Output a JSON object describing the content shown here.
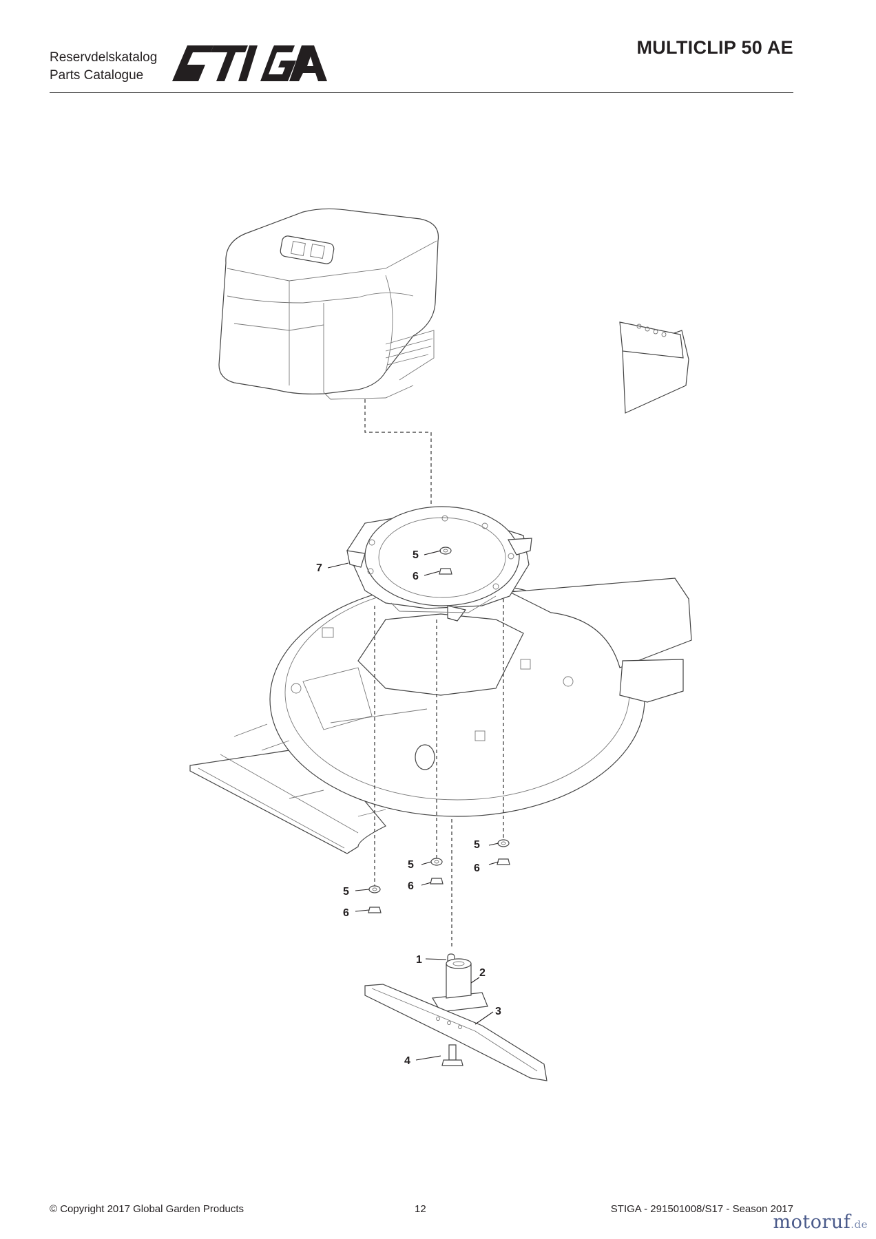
{
  "header": {
    "subtitle_1": "Reservdelskatalog",
    "subtitle_2": "Parts Catalogue",
    "brand_logo": "STIGA",
    "model": "MULTICLIP 50 AE"
  },
  "callouts": {
    "c1": "1",
    "c2": "2",
    "c3": "3",
    "c4": "4",
    "c5a": "5",
    "c5b": "5",
    "c5c": "5",
    "c5d": "5",
    "c6a": "6",
    "c6b": "6",
    "c6c": "6",
    "c6d": "6",
    "c7": "7"
  },
  "footer": {
    "copyright": "© Copyright 2017 Global Garden Products",
    "page_number": "12",
    "document_ref": "STIGA - 291501008/S17 - Season 2017",
    "watermark": "motoruf",
    "watermark_tld": ".de"
  }
}
